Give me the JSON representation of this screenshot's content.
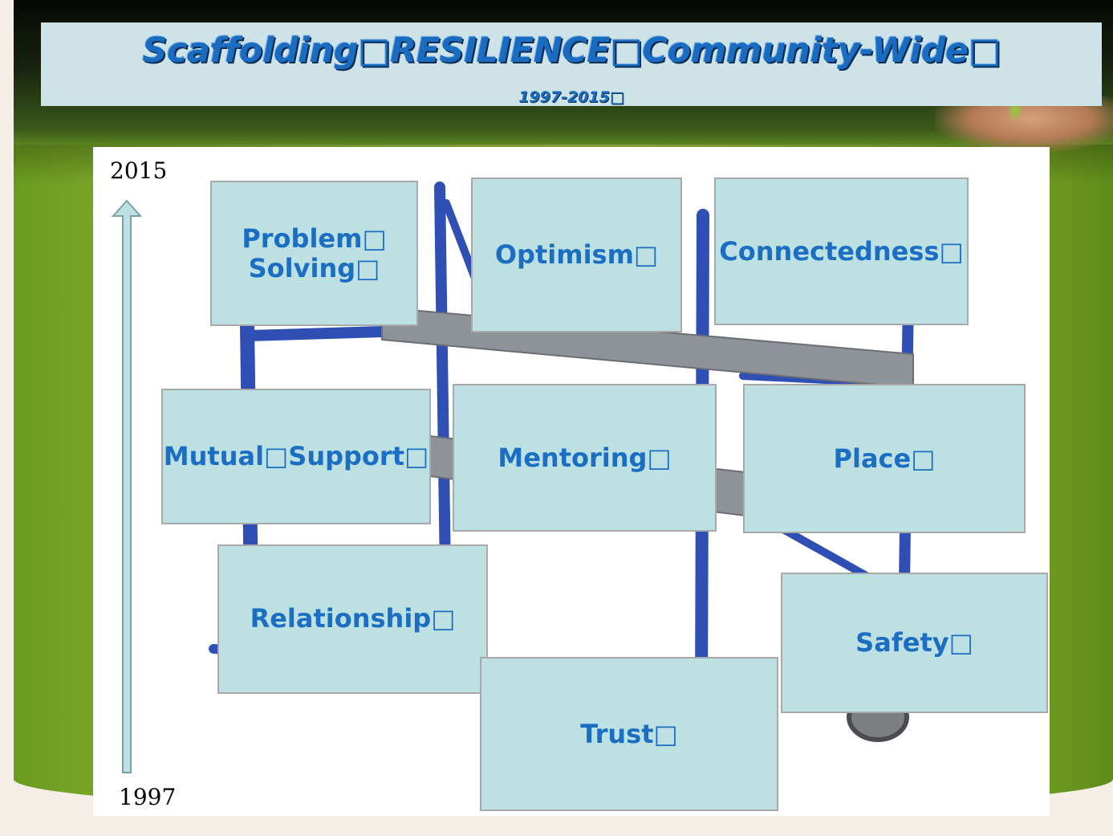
{
  "title": "Scaffolding□RESILIENCE□Community-Wide□",
  "subtitle": "1997-2015□",
  "axis": {
    "top_year": "2015",
    "bottom_year": "1997"
  },
  "boxes": {
    "problem_solving": "Problem□\nSolving□",
    "optimism": "Optimism□",
    "connectedness": "Connectedness□",
    "mutual_support": "Mutual□Support□",
    "mentoring": "Mentoring□",
    "place": "Place□",
    "relationship": "Relationship□",
    "safety": "Safety□",
    "trust": "Trust□"
  },
  "colors": {
    "box_fill": "#bde1e3",
    "box_text": "#1b6ec2",
    "scaffold_frame": "#2f4fb5",
    "plank": "#8e9299",
    "arrow_fill": "#bde1e3"
  }
}
